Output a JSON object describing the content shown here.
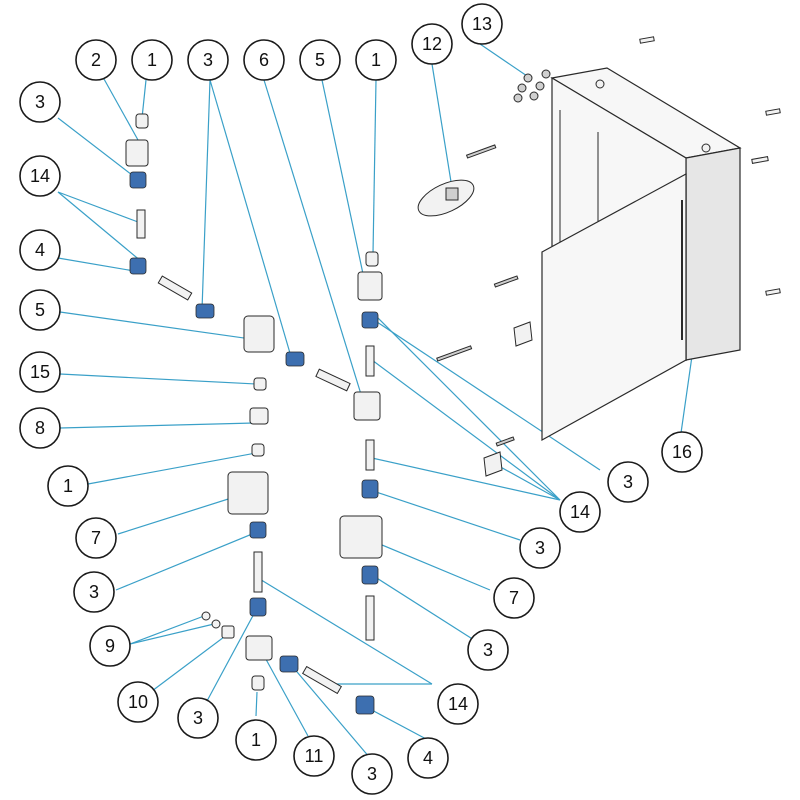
{
  "diagram": {
    "accent_color": "#3aa0c8",
    "callouts": [
      {
        "id": "c2",
        "label": "2"
      },
      {
        "id": "c1a",
        "label": "1"
      },
      {
        "id": "c3a",
        "label": "3"
      },
      {
        "id": "c6",
        "label": "6"
      },
      {
        "id": "c5a",
        "label": "5"
      },
      {
        "id": "c1b",
        "label": "1"
      },
      {
        "id": "c12",
        "label": "12"
      },
      {
        "id": "c13",
        "label": "13"
      },
      {
        "id": "c3b",
        "label": "3"
      },
      {
        "id": "c14a",
        "label": "14"
      },
      {
        "id": "c4a",
        "label": "4"
      },
      {
        "id": "c5b",
        "label": "5"
      },
      {
        "id": "c15",
        "label": "15"
      },
      {
        "id": "c8",
        "label": "8"
      },
      {
        "id": "c1c",
        "label": "1"
      },
      {
        "id": "c7a",
        "label": "7"
      },
      {
        "id": "c3c",
        "label": "3"
      },
      {
        "id": "c9",
        "label": "9"
      },
      {
        "id": "c10",
        "label": "10"
      },
      {
        "id": "c3d",
        "label": "3"
      },
      {
        "id": "c1d",
        "label": "1"
      },
      {
        "id": "c11",
        "label": "11"
      },
      {
        "id": "c3e",
        "label": "3"
      },
      {
        "id": "c4b",
        "label": "4"
      },
      {
        "id": "c14b",
        "label": "14"
      },
      {
        "id": "c3f",
        "label": "3"
      },
      {
        "id": "c7b",
        "label": "7"
      },
      {
        "id": "c3g",
        "label": "3"
      },
      {
        "id": "c14c",
        "label": "14"
      },
      {
        "id": "c3h",
        "label": "3"
      },
      {
        "id": "c16",
        "label": "16"
      }
    ]
  }
}
